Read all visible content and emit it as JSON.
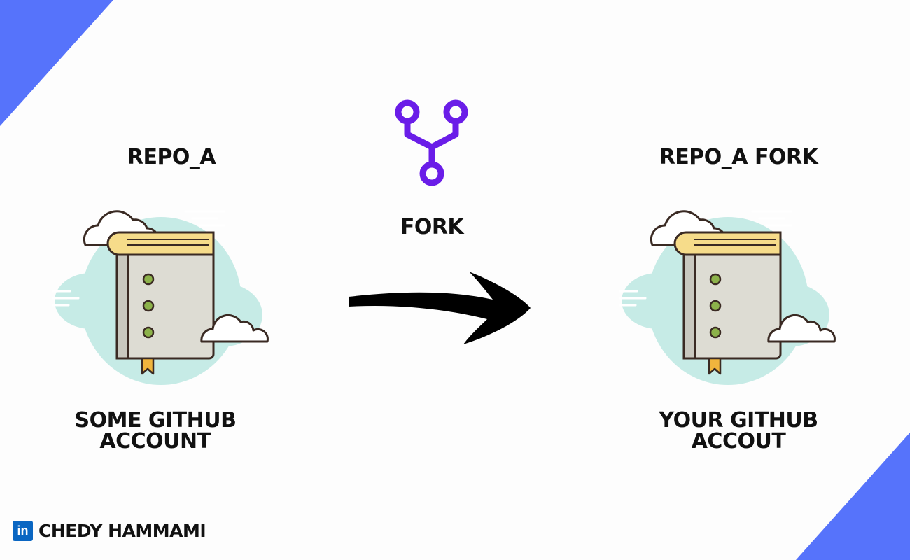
{
  "colors": {
    "corner_blue": "#5673fb",
    "fork_purple": "#6a1de8",
    "cloud_teal": "#c6ebe6",
    "book_cover": "#dddcd3",
    "book_pages": "#f6dc8a",
    "dot_green": "#8cb24a",
    "linkedin_blue": "#0a66c2"
  },
  "source": {
    "title": "REPO_A",
    "account_line1": "SOME GITHUB",
    "account_line2": "ACCOUNT",
    "icon": "book-in-cloud-icon"
  },
  "action": {
    "label": "FORK",
    "icon": "git-fork-icon",
    "arrow_icon": "arrow-right-icon"
  },
  "target": {
    "title": "REPO_A FORK",
    "account_line1": "YOUR GITHUB",
    "account_line2": "ACCOUT",
    "icon": "book-in-cloud-icon"
  },
  "author": {
    "badge": "in",
    "name": "CHEDY HAMMAMI",
    "icon": "linkedin-icon"
  }
}
